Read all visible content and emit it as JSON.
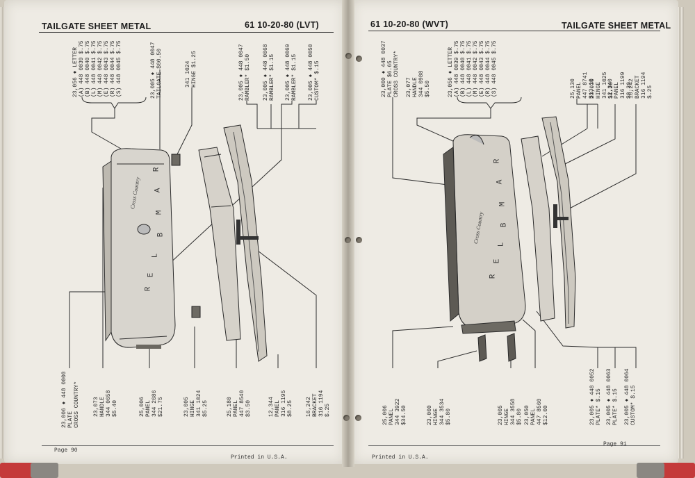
{
  "left_page": {
    "title": "TAILGATE SHEET METAL",
    "model": "61 10-20-80 (LVT)",
    "page_number": "Page 90",
    "footer": "Printed in U.S.A.",
    "letters_block": {
      "header": "23,056 ♦ LETTER",
      "lines": [
        "(A) 448 0039 $.75",
        "(B) 448 0040 $.75",
        "(L) 448 0041 $.75",
        "(M) 448 0042 $.75",
        "(E) 448 0043 $.75",
        "(R) 448 0044 $.75",
        "(S) 448 0045 $.75"
      ]
    },
    "top_labels": [
      [
        "23,005 ♦ 448 0047",
        "TAILGATE $60.50"
      ],
      [
        "341 1024",
        "HINGE $1.25"
      ],
      [
        "23,005 ♦ 448 0047",
        "RAMBLER* $1.50"
      ],
      [
        "23,005 ♦ 448 0068",
        "RAMBLER* $1.15"
      ],
      [
        "23,005 ♦ 448 0069",
        "RAMBLER* $1.15"
      ],
      [
        "23,005 ♦ 448 0050",
        "CUSTOM* $.15"
      ]
    ],
    "bottom_labels": [
      [
        "23,006 ♦ 448 0000",
        "PLATE",
        "CROSS COUNTRY*"
      ],
      [
        "23,073",
        "HANDLE",
        "344 0658",
        "$5.40"
      ],
      [
        "25,006",
        "PANEL",
        "344 2686",
        "$21.75"
      ],
      [
        "23,005",
        "HINGE",
        "341 1024",
        "$5.25"
      ],
      [
        "25,180",
        "PANEL",
        "447 8540",
        "$3.50"
      ],
      [
        "12,344",
        "PANEL",
        "316 1195",
        "$8.25"
      ],
      [
        "16,242",
        "BRACKET",
        "316 1194",
        "$.25"
      ]
    ],
    "plate_letters": [
      "R",
      "A",
      "M",
      "B",
      "L",
      "E",
      "R"
    ],
    "script_text": "Cross Country"
  },
  "right_page": {
    "title": "TAILGATE SHEET METAL",
    "model": "61 10-20-80 (WVT)",
    "page_number": "Page 91",
    "footer": "Printed in U.S.A.",
    "letters_block": {
      "header": "23,056 ♦ LETTER",
      "lines": [
        "(A) 448 0039 $.75",
        "(B) 448 0040 $.75",
        "(L) 448 0041 $.75",
        "(M) 448 0042 $.75",
        "(E) 448 0043 $.75",
        "(R) 448 0044 $.75",
        "(S) 448 0045 $.75"
      ]
    },
    "top_labels": [
      [
        "23,000 ♦ 448 0037",
        "PLATE $6.65",
        "CROSS COUNTRY*"
      ],
      [
        "23,077",
        "HANDLE",
        "344 0988",
        "$5.50"
      ],
      [
        "25,130",
        "PANEL",
        "447 8741",
        "$13.10"
      ],
      [
        "23,030",
        "HINGE",
        "341 1025",
        "$1.20"
      ],
      [
        "12,340",
        "PANEL",
        "316 1199",
        "$8.20"
      ],
      [
        "16,242",
        "BRACKET",
        "316 1194",
        "$.25"
      ]
    ],
    "bottom_labels": [
      [
        "25,006",
        "PANEL",
        "344 3922",
        "$34.50"
      ],
      [
        "23,000",
        "HINGE",
        "344 3534",
        "$5.80"
      ],
      [
        "23,005",
        "HINGE",
        "344 3558",
        "$5.80"
      ],
      [
        "23,050",
        "PANEL",
        "447 8560",
        "$12.00"
      ],
      [
        "23,005 ♦ 448 0052",
        "PLATE* $.15"
      ],
      [
        "23,005 ♦ 448 0063",
        "PLATE* $.15"
      ],
      [
        "23,005 ♦ 448 0064",
        "CUSTOM* $.15"
      ]
    ],
    "plate_letters": [
      "R",
      "A",
      "M",
      "B",
      "L",
      "E",
      "R"
    ],
    "script_text": "Cross Country"
  }
}
